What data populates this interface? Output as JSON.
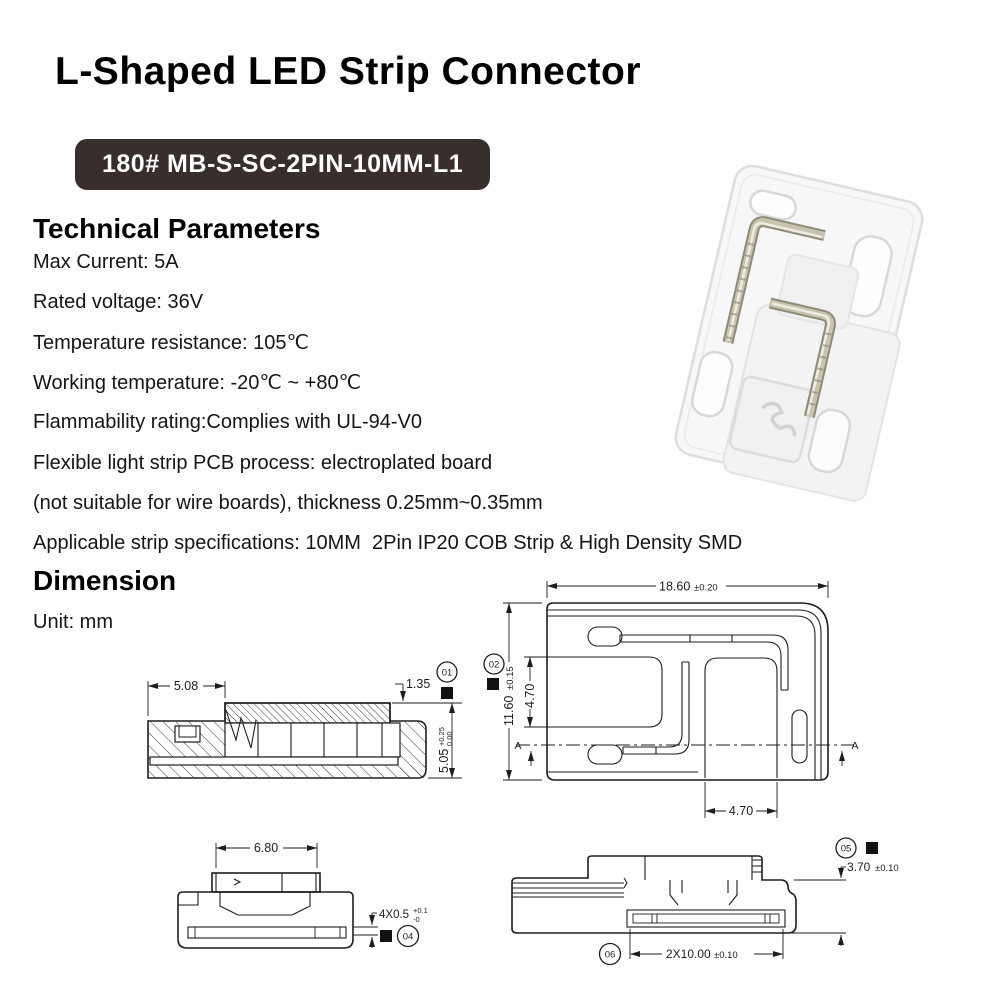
{
  "page": {
    "title": "L-Shaped LED Strip Connector",
    "model_badge": "180# MB-S-SC-2PIN-10MM-L1"
  },
  "colors": {
    "badge_bg": "#382f2d",
    "badge_text": "#ffffff",
    "drawing_line": "#1d1d1d",
    "background": "#ffffff"
  },
  "technical": {
    "heading": "Technical Parameters",
    "items": [
      "Max Current: 5A",
      "Rated voltage: 36V",
      "Temperature resistance: 105℃",
      "Working temperature: -20℃ ~ +80℃",
      "Flammability rating:Complies with UL-94-V0",
      "Flexible light strip PCB process: electroplated board",
      "(not suitable for wire boards), thickness 0.25mm~0.35mm",
      "Applicable strip specifications: 10MM  2Pin IP20 COB Strip & High Density SMD"
    ]
  },
  "dimension": {
    "heading": "Dimension",
    "unit_label": "Unit: mm"
  },
  "drawings": {
    "section_view": {
      "balloon": "01",
      "dim_width": "5.08",
      "dim_thickness": "1.35",
      "dim_height": "5.05",
      "dim_height_tol_upper": "+0.25",
      "dim_height_tol_lower": "0.00"
    },
    "top_view": {
      "balloon": "02",
      "dim_width": "18.60",
      "dim_width_tol": "±0.20",
      "dim_height": "11.60",
      "dim_height_tol": "±0.15",
      "dim_pocket": "4.70",
      "dim_slot": "4.70",
      "section_label_left": "A",
      "section_label_right": "A"
    },
    "front_view": {
      "balloon": "04",
      "dim_width": "6.80",
      "dim_slot": "4X0.5",
      "dim_slot_tol_upper": "+0.1",
      "dim_slot_tol_lower": "-0"
    },
    "side_view": {
      "balloon_top": "05",
      "balloon_bottom": "06",
      "dim_height": "3.70",
      "dim_height_tol": "±0.10",
      "dim_pitch": "2X10.00",
      "dim_pitch_tol": "±0.10"
    }
  }
}
